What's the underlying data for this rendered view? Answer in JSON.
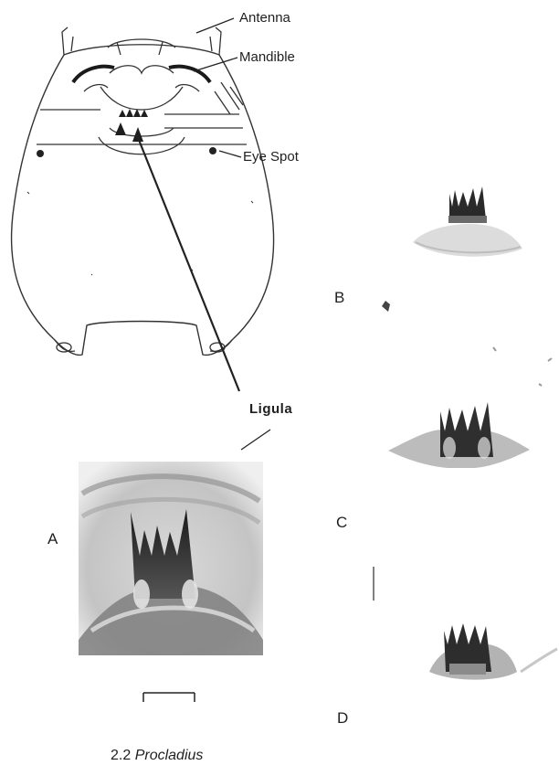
{
  "labels": {
    "antenna": "Antenna",
    "mandible": "Mandible",
    "eye_spot": "Eye Spot",
    "ligula": "Ligula"
  },
  "panels": [
    "A",
    "B",
    "C",
    "D"
  ],
  "caption": {
    "number": "2.2",
    "genus": "Procladius"
  },
  "colors": {
    "ink": "#1f1f1f",
    "tooth": "#2b2b2b",
    "tissue": "#9a9a9a"
  }
}
